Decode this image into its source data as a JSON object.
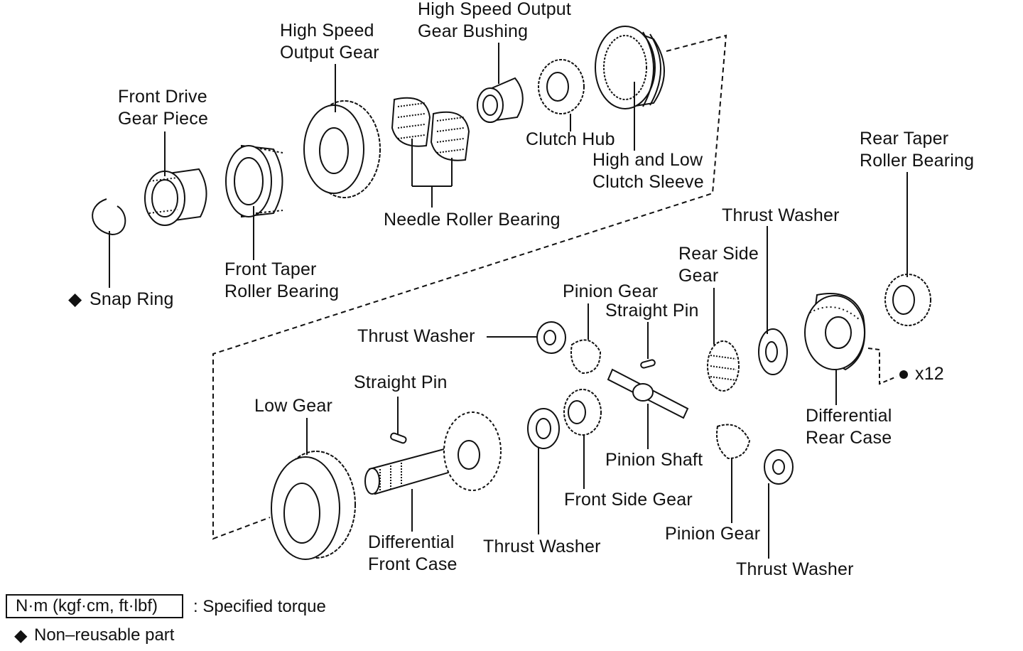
{
  "labels": {
    "high_speed_output_gear_bushing": "High Speed Output\nGear Bushing",
    "high_speed_output_gear": "High Speed\nOutput Gear",
    "front_drive_gear_piece": "Front Drive\nGear Piece",
    "clutch_hub": "Clutch Hub",
    "high_low_clutch_sleeve": "High and Low\nClutch Sleeve",
    "rear_taper_roller_bearing": "Rear Taper\nRoller Bearing",
    "needle_roller_bearing": "Needle Roller Bearing",
    "thrust_washer_upper_right": "Thrust Washer",
    "front_taper_roller_bearing": "Front Taper\nRoller Bearing",
    "rear_side_gear": "Rear Side\nGear",
    "snap_ring": "Snap Ring",
    "pinion_gear_upper": "Pinion Gear",
    "straight_pin_upper": "Straight Pin",
    "thrust_washer_left": "Thrust Washer",
    "straight_pin_lower": "Straight Pin",
    "x12": "x12",
    "low_gear": "Low Gear",
    "differential_rear_case": "Differential\nRear Case",
    "pinion_shaft": "Pinion Shaft",
    "front_side_gear": "Front Side Gear",
    "differential_front_case": "Differential\nFront Case",
    "thrust_washer_bottom_mid": "Thrust Washer",
    "pinion_gear_lower": "Pinion Gear",
    "thrust_washer_bottom_right": "Thrust Washer"
  },
  "legend": {
    "torque_box": "N·m (kgf·cm, ft·lbf)",
    "torque_desc": ": Specified torque",
    "nonreusable": "Non–reusable part",
    "diamond": "◆"
  }
}
